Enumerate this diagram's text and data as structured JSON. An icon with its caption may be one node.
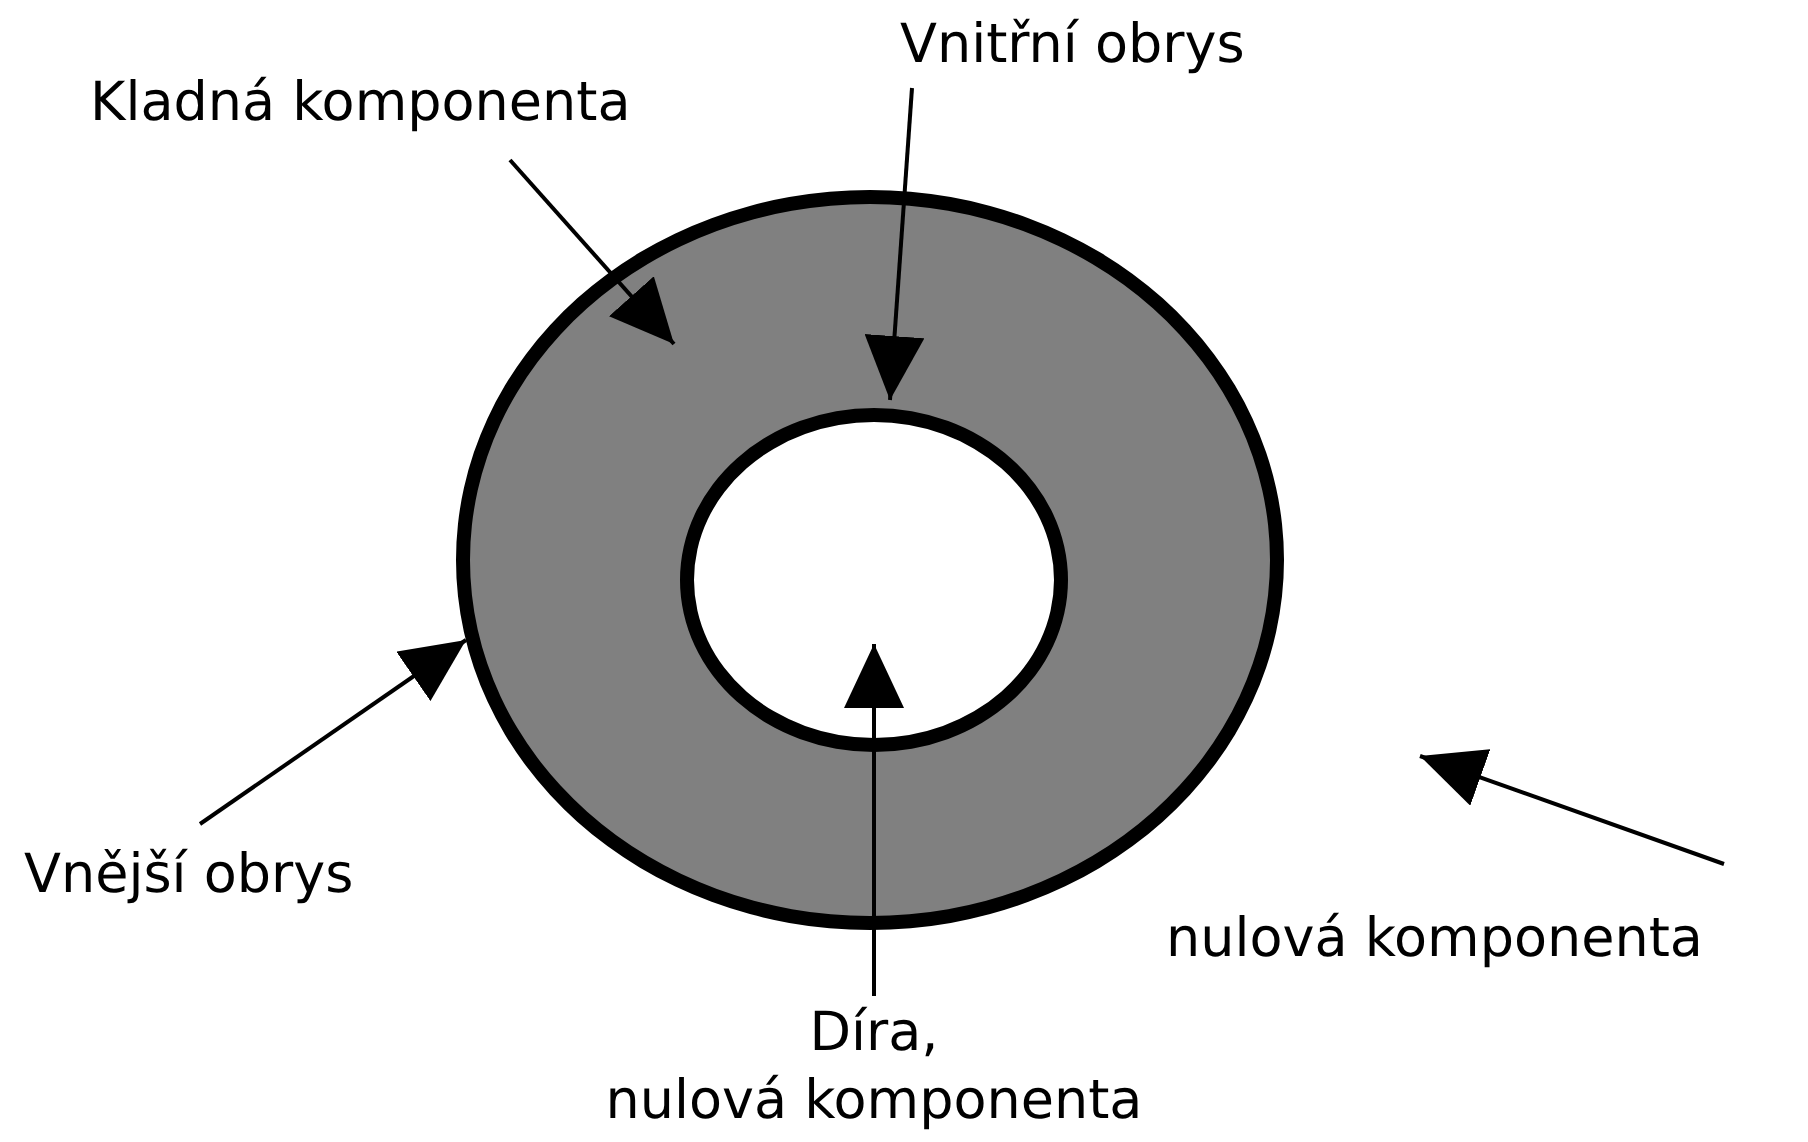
{
  "diagram": {
    "nodes": [
      {
        "text": [
          "Kladná komponenta"
        ]
      },
      {
        "text": [
          "Vnitřní obrys"
        ]
      },
      {
        "text": [],
        "shape": "circle"
      },
      {
        "text": [],
        "shape": "circle",
        "in": 2
      },
      {
        "text": [
          "Vnější obrys"
        ]
      },
      {
        "text": [
          "nulová komponenta"
        ]
      },
      {
        "text": [
          "Díra,",
          "nulová komponenta"
        ]
      }
    ],
    "edges": [
      {
        "from": 0,
        "to": 2,
        "arrow": "to"
      },
      {
        "from": 1,
        "to": 3,
        "arrow": "to"
      },
      {
        "from": 4,
        "to": 2,
        "arrow": "to"
      },
      {
        "from": 5,
        "to": null,
        "arrow": "to"
      },
      {
        "from": 6,
        "to": 3,
        "arrow": "to"
      }
    ]
  }
}
